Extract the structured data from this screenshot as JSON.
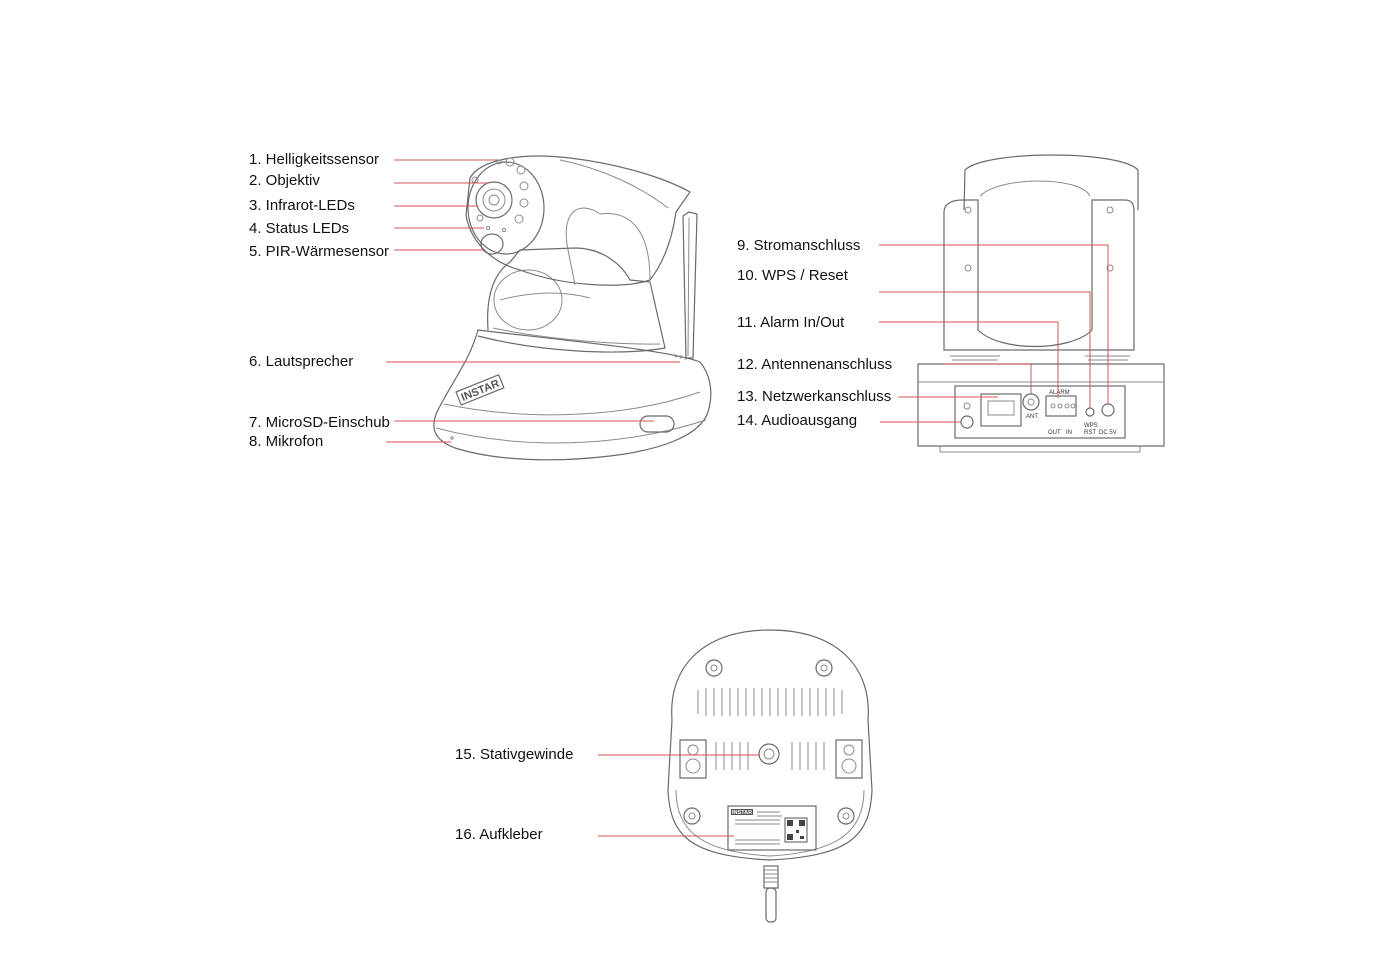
{
  "colors": {
    "leader": "#d9534f",
    "drawing": "#6a6a6a",
    "background": "#ffffff"
  },
  "camera": {
    "brand": "INSTAR",
    "port_labels": {
      "ant": "ANT",
      "alarm": "ALARM",
      "out": "OUT",
      "in": "IN",
      "wps": "WPS",
      "rst": "RST",
      "dc": "DC 5V"
    }
  },
  "labels": [
    "1. Helligkeitssensor",
    "2. Objektiv",
    "3. Infrarot-LEDs",
    "4. Status LEDs",
    "5. PIR-Wärmesensor",
    "6. Lautsprecher",
    "7. MicroSD-Einschub",
    "8. Mikrofon",
    "9. Stromanschluss",
    "10. WPS / Reset",
    "11. Alarm In/Out",
    "12. Antennenanschluss",
    "13. Netzwerkanschluss",
    "14. Audioausgang",
    "15. Stativgewinde",
    "16. Aufkleber"
  ]
}
